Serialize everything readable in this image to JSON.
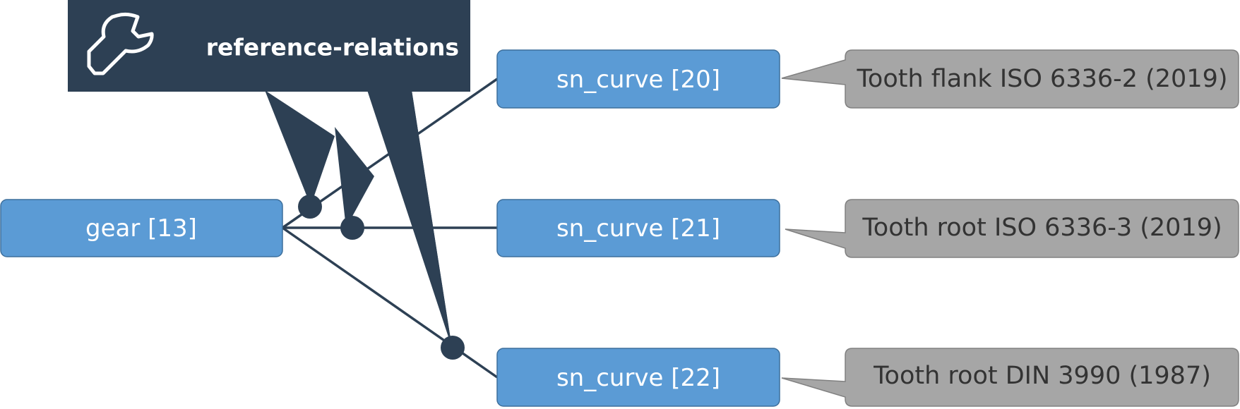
{
  "banner": {
    "icon": "wrench-icon",
    "title": "reference-relations"
  },
  "nodes": {
    "gear": {
      "label": "gear [13]"
    },
    "sn20": {
      "label": "sn_curve [20]"
    },
    "sn21": {
      "label": "sn_curve [21]"
    },
    "sn22": {
      "label": "sn_curve [22]"
    }
  },
  "notes": {
    "sn20": {
      "text": "Tooth flank ISO 6336-2 (2019)"
    },
    "sn21": {
      "text": "Tooth root ISO 6336-3 (2019)"
    },
    "sn22": {
      "text": "Tooth root DIN 3990 (1987)"
    }
  },
  "colors": {
    "node": "#5b9bd5",
    "note": "#a6a6a6",
    "banner": "#2d4054"
  }
}
